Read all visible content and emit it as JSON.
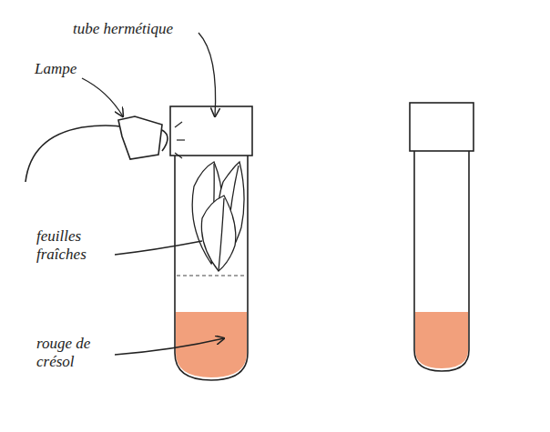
{
  "diagram": {
    "labels": [
      "tube hermétique",
      "Lampe",
      "feuilles fraîches",
      "rouge de crésol"
    ]
  }
}
